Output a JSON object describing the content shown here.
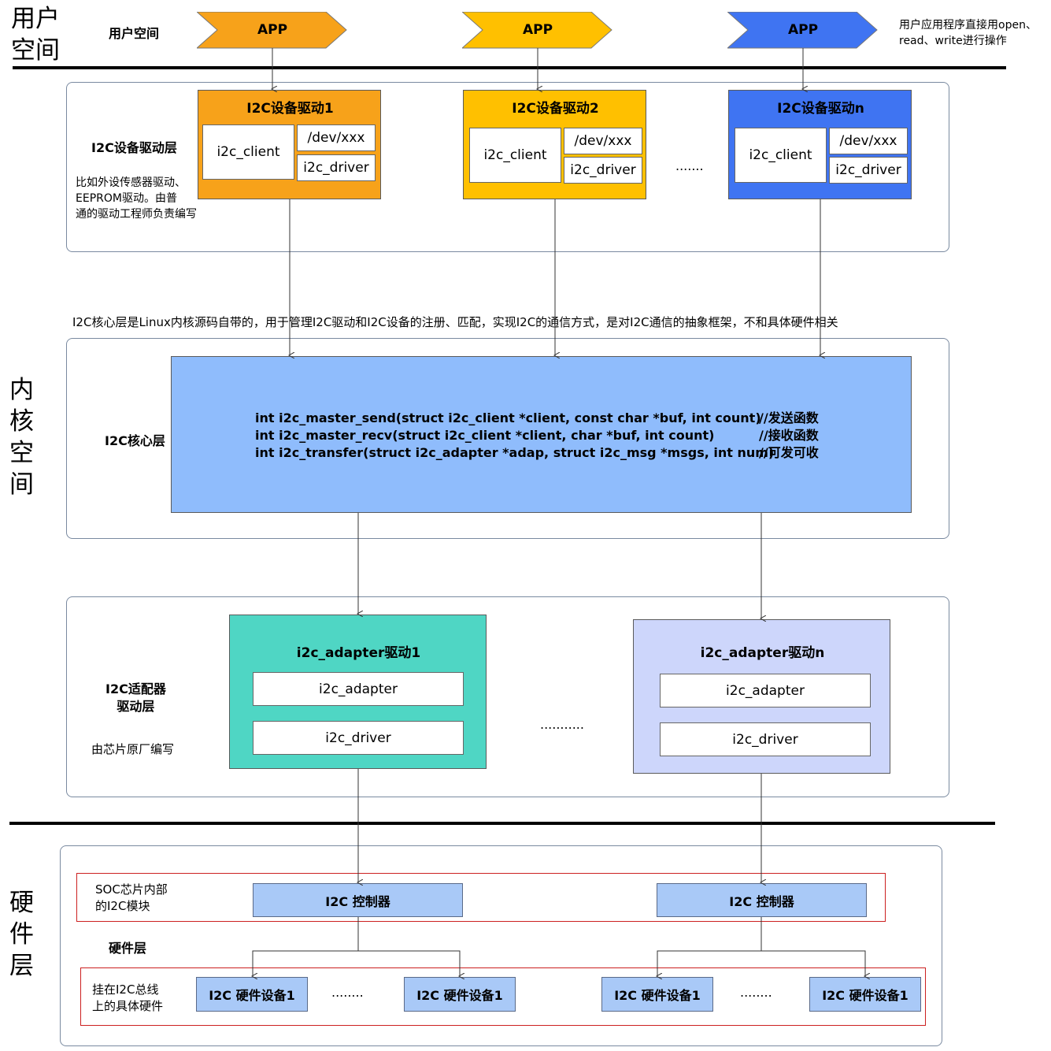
{
  "user_space": {
    "side_label": [
      "用户",
      "空间"
    ],
    "section_label": "用户空间",
    "apps": [
      "APP",
      "APP",
      "APP"
    ],
    "note": [
      "用户应用程序直接用open、",
      "read、write进行操作"
    ]
  },
  "device_driver_layer": {
    "label": "I2C设备驱动层",
    "note": [
      "比如外设传感器驱动、",
      "EEPROM驱动。由普",
      "通的驱动工程师负责编写"
    ],
    "drivers": [
      {
        "title": "I2C设备驱动1",
        "client": "i2c_client",
        "dev": "/dev/xxx",
        "driver": "i2c_driver"
      },
      {
        "title": "I2C设备驱动2",
        "client": "i2c_client",
        "dev": "/dev/xxx",
        "driver": "i2c_driver"
      },
      {
        "title": "I2C设备驱动n",
        "client": "i2c_client",
        "dev": "/dev/xxx",
        "driver": "i2c_driver"
      }
    ],
    "ellipsis": "......."
  },
  "core_layer": {
    "description": "I2C核心层是Linux内核源码自带的，用于管理I2C驱动和I2C设备的注册、匹配，实现I2C的通信方式，是对I2C通信的抽象框架，不和具体硬件相关",
    "label": "I2C核心层",
    "functions": [
      {
        "code": "int i2c_master_send(struct i2c_client *client, const char *buf, int count)",
        "comment": "//发送函数"
      },
      {
        "code": "int i2c_master_recv(struct i2c_client *client, char *buf, int count)",
        "comment": "//接收函数"
      },
      {
        "code": "int i2c_transfer(struct i2c_adapter *adap, struct i2c_msg *msgs, int num)",
        "comment": "//可发可收"
      }
    ]
  },
  "kernel_side_label": [
    "内",
    "核",
    "空",
    "间"
  ],
  "adapter_layer": {
    "label": [
      "I2C适配器",
      "驱动层"
    ],
    "note": "由芯片原厂编写",
    "adapters": [
      {
        "title": "i2c_adapter驱动1",
        "adapter": "i2c_adapter",
        "driver": "i2c_driver"
      },
      {
        "title": "i2c_adapter驱动n",
        "adapter": "i2c_adapter",
        "driver": "i2c_driver"
      }
    ],
    "ellipsis": "..........."
  },
  "hardware_layer": {
    "side_label": [
      "硬",
      "件",
      "层"
    ],
    "label": "硬件层",
    "soc_note": [
      "SOC芯片内部",
      "的I2C模块"
    ],
    "controllers": [
      "I2C 控制器",
      "I2C 控制器"
    ],
    "bus_note": [
      "挂在I2C总线",
      "上的具体硬件"
    ],
    "devices": [
      "I2C 硬件设备1",
      "I2C 硬件设备1",
      "I2C 硬件设备1",
      "I2C 硬件设备1"
    ],
    "ellipsis": [
      "........",
      "........"
    ]
  },
  "colors": {
    "app1": "#f7a21a",
    "app2": "#ffc000",
    "app3": "#3f74f2",
    "core": "#8fbcfc",
    "adapter1": "#4fd6c4",
    "adaptern": "#cdd6fb",
    "hardware": "#a9c9f7"
  }
}
